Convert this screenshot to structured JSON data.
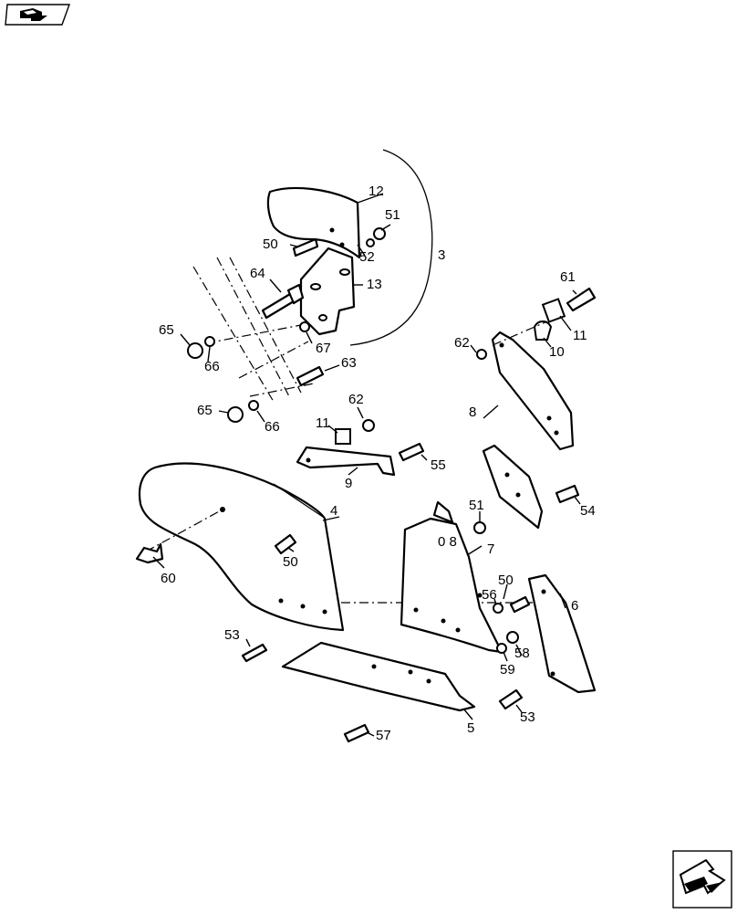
{
  "nav": {
    "top_icon": "book-arrow-icon",
    "bottom_icon": "next-page-arrow-icon"
  },
  "callouts": {
    "c3": "3",
    "c4": "4",
    "c5": "5",
    "c6": "6",
    "c7": "7",
    "c8": "8",
    "c9": "9",
    "c10": "10",
    "c11a": "11",
    "c11b": "11",
    "c12": "12",
    "c13": "13",
    "c50a": "50",
    "c50b": "50",
    "c50c": "50",
    "c51a": "51",
    "c51b": "51",
    "c52": "52",
    "c53a": "53",
    "c53b": "53",
    "c54": "54",
    "c55": "55",
    "c56": "56",
    "c57": "57",
    "c58": "58",
    "c59": "59",
    "c60": "60",
    "c61": "61",
    "c62a": "62",
    "c62b": "62",
    "c63": "63",
    "c64": "64",
    "c65a": "65",
    "c65b": "65",
    "c66a": "66",
    "c66b": "66",
    "c67": "67",
    "cOB": "0 8"
  }
}
